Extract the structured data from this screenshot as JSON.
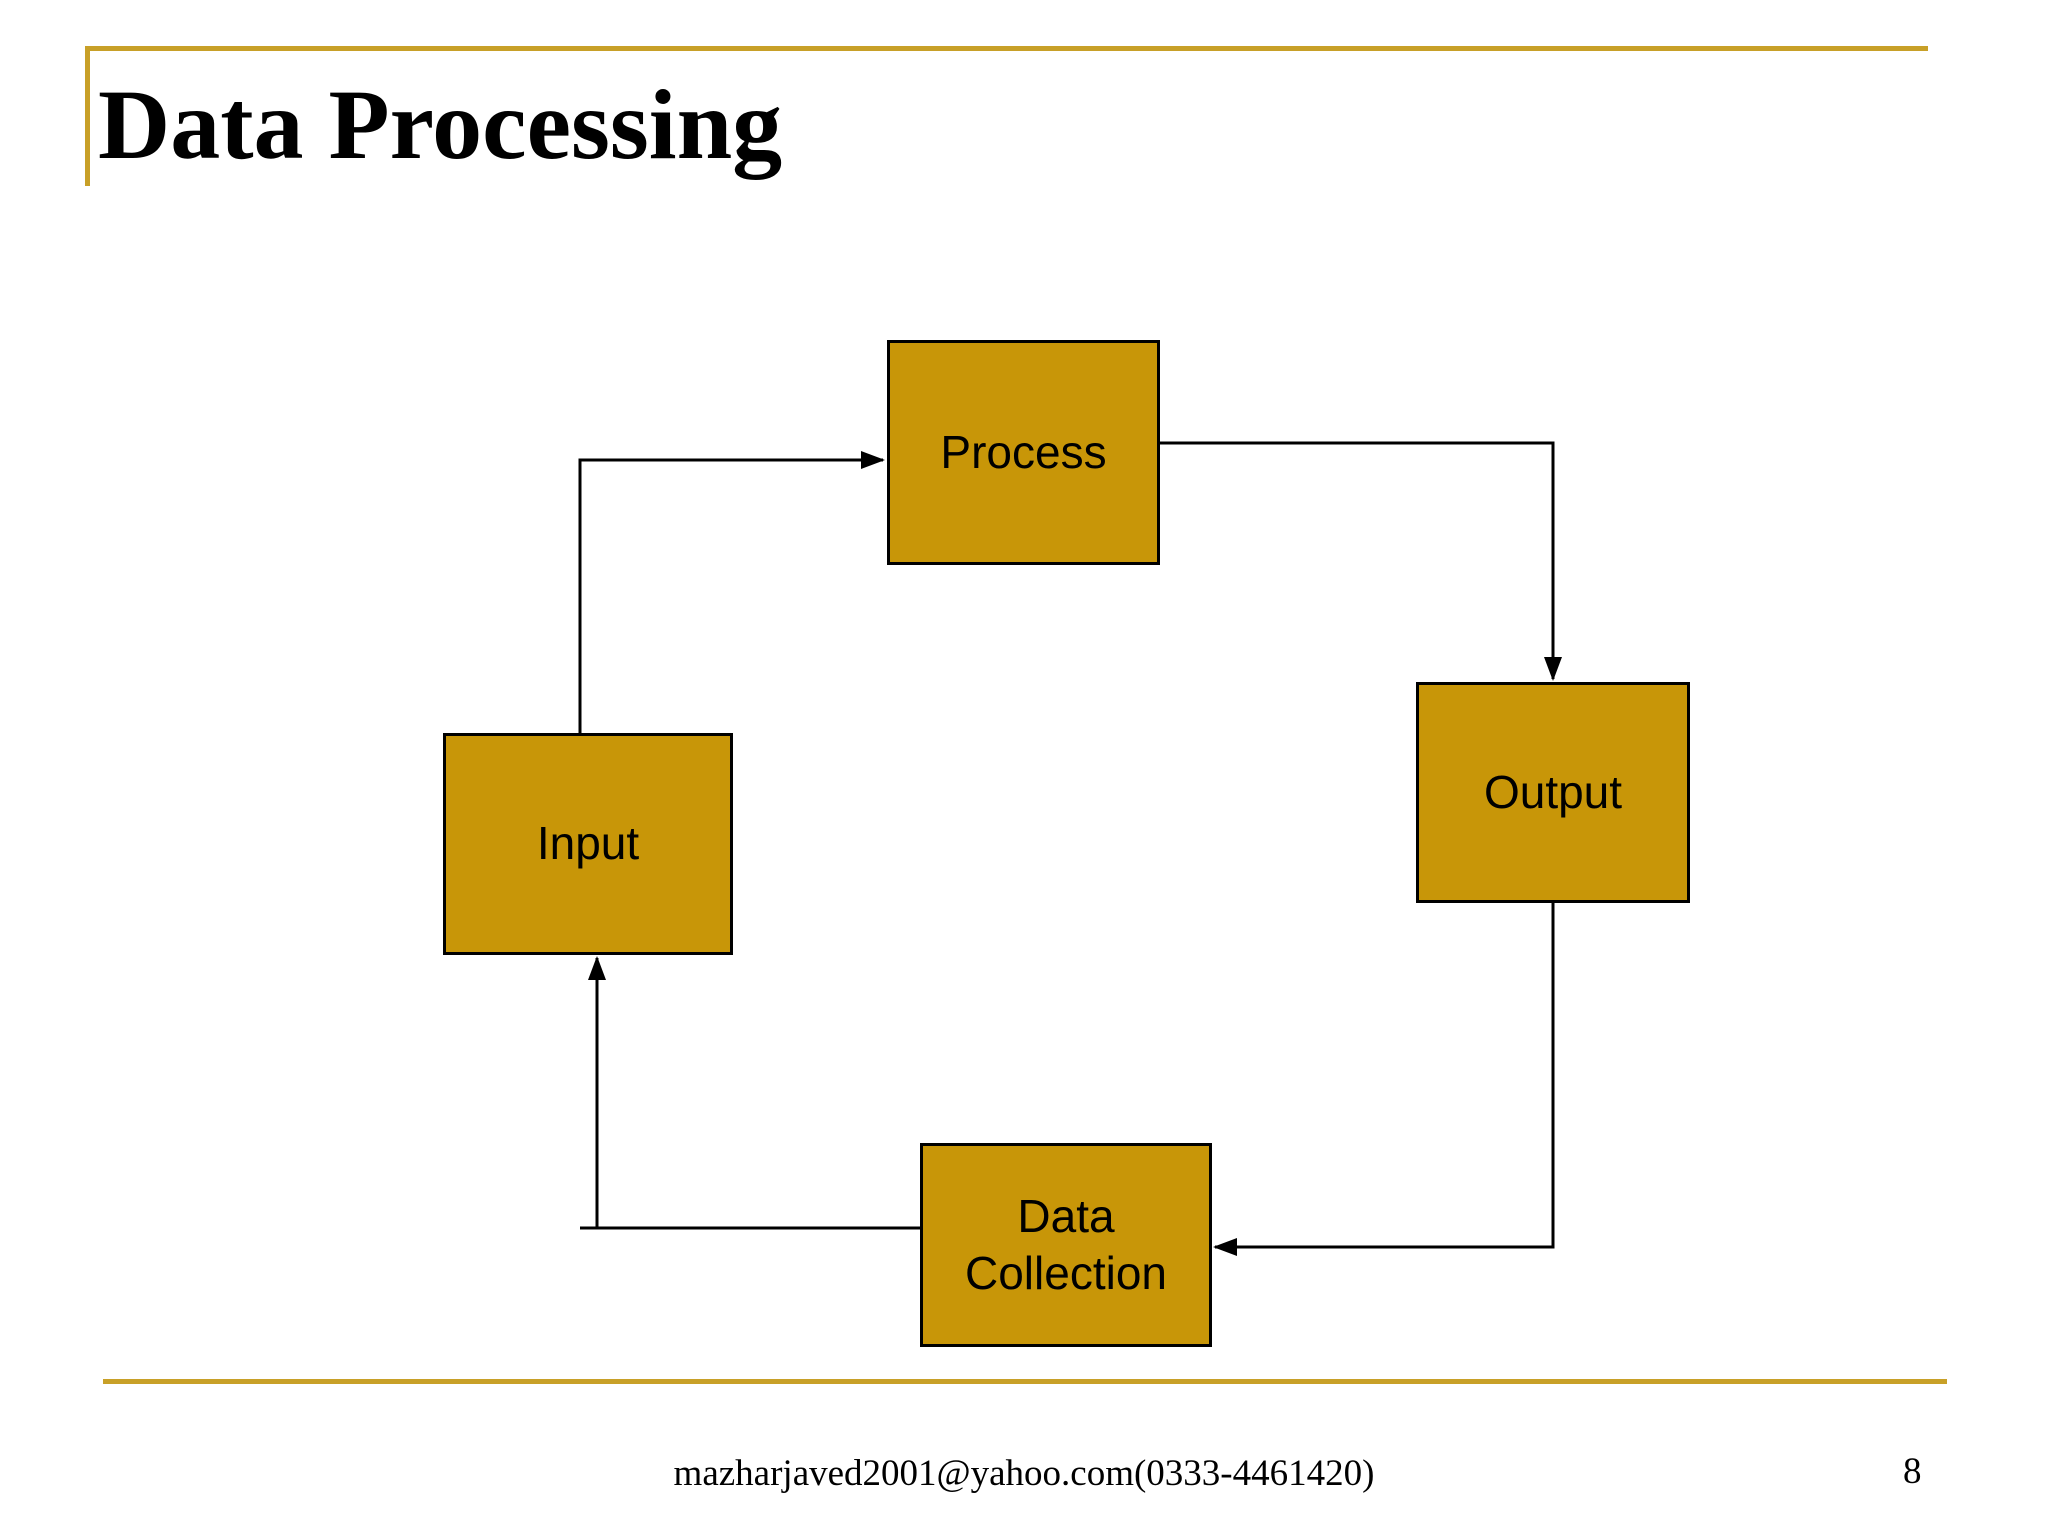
{
  "slide": {
    "title": "Data Processing",
    "footer": {
      "contact": "mazharjaved2001@yahoo.com(0333-4461420)",
      "page_number": "8"
    }
  },
  "diagram": {
    "type": "cycle-flowchart",
    "nodes": [
      {
        "id": "process",
        "label": "Process"
      },
      {
        "id": "output",
        "label": "Output"
      },
      {
        "id": "input",
        "label": "Input"
      },
      {
        "id": "data_collection",
        "label": "Data Collection"
      }
    ],
    "edges": [
      {
        "from": "Input",
        "to": "Process"
      },
      {
        "from": "Process",
        "to": "Output"
      },
      {
        "from": "Output",
        "to": "Data Collection"
      },
      {
        "from": "Data Collection",
        "to": "Input"
      }
    ]
  },
  "colors": {
    "node_fill": "#C89608",
    "node_border": "#000000",
    "accent_rule": "#C8A028",
    "connector": "#000000",
    "background": "#FFFFFF",
    "text": "#000000"
  }
}
